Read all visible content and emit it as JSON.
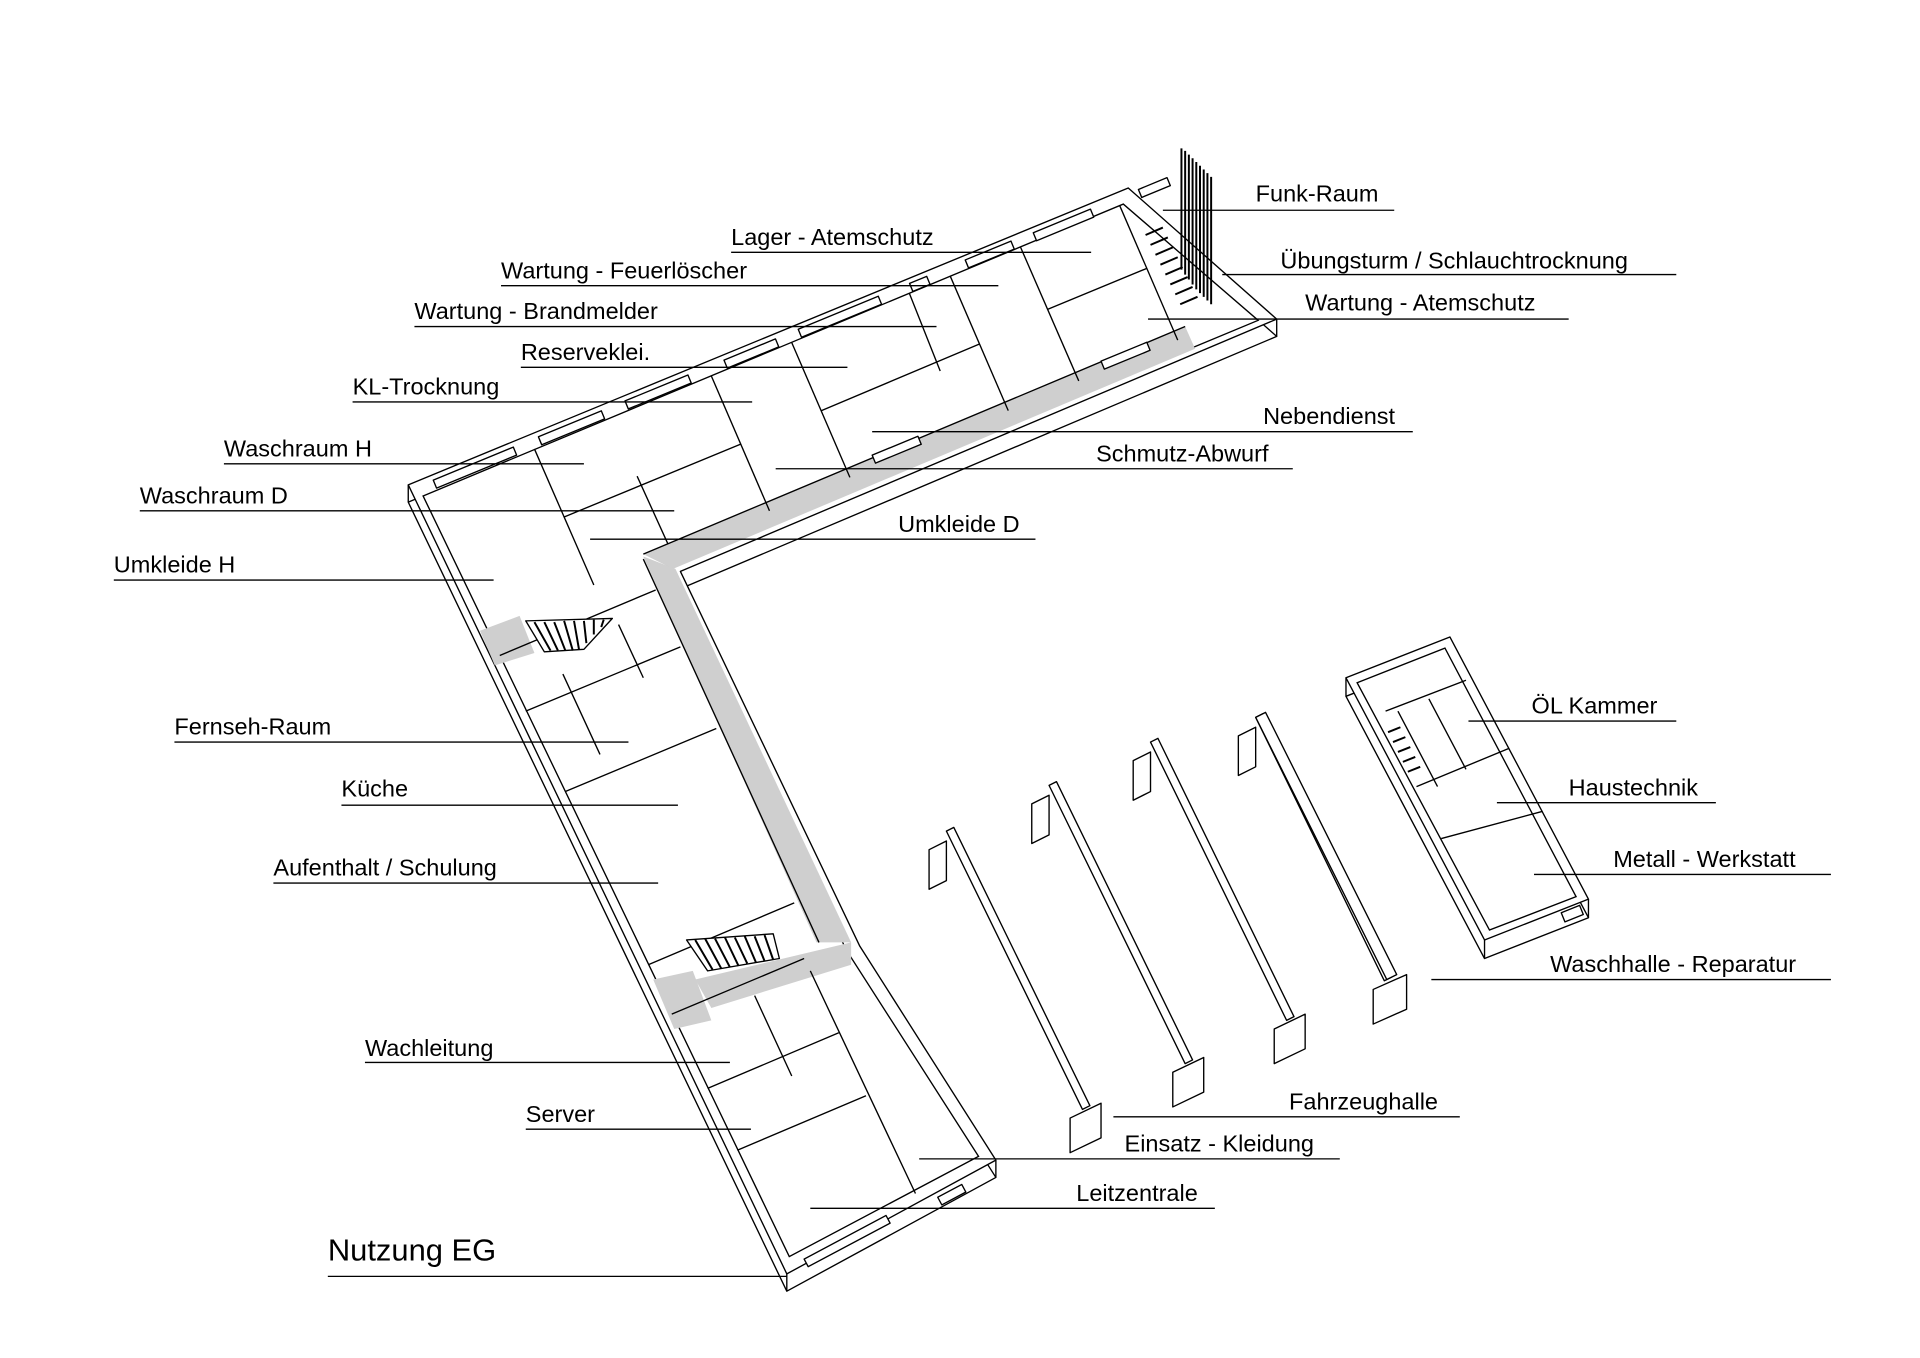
{
  "title": "Nutzung EG",
  "labels": [
    "Funk-Raum",
    "Übungsturm / Schlauchtrocknung",
    "Wartung - Atemschutz",
    "Lager - Atemschutz",
    "Wartung - Feuerlöscher",
    "Wartung - Brandmelder",
    "Reserveklei.",
    "KL-Trocknung",
    "Waschraum H",
    "Waschraum D",
    "Umkleide H",
    "Nebendienst",
    "Schmutz-Abwurf",
    "Umkleide D",
    "Fernseh-Raum",
    "Küche",
    "Aufenthalt / Schulung",
    "Wachleitung",
    "Server",
    "ÖL Kammer",
    "Haustechnik",
    "Metall - Werkstatt",
    "Waschhalle - Reparatur",
    "Fahrzeughalle",
    "Einsatz - Kleidung",
    "Leitzentrale"
  ],
  "colors": {
    "corridor": "#cfcfcf",
    "lines": "#000000"
  }
}
